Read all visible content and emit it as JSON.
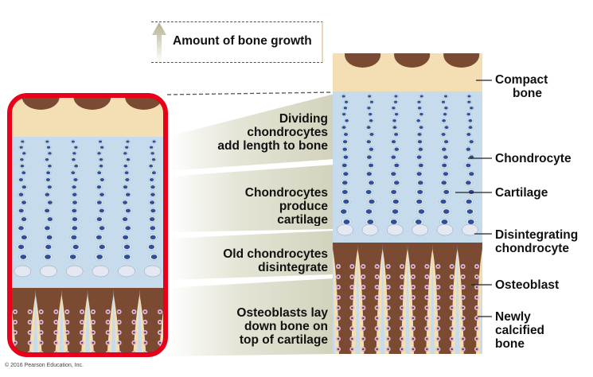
{
  "growth_label": "Amount of bone growth",
  "middle_labels": [
    "Dividing chondrocytes add length to bone",
    "Chondrocytes produce cartilage",
    "Old chondrocytes disintegrate",
    "Osteoblasts lay down bone on top of cartilage"
  ],
  "middle_lines": {
    "l0": [
      "Dividing",
      "chondrocytes",
      "add length to bone"
    ],
    "l1": [
      "Chondrocytes",
      "produce",
      "cartilage"
    ],
    "l2": [
      "Old chondrocytes",
      "disintegrate"
    ],
    "l3": [
      "Osteoblasts lay",
      "down bone on",
      "top of cartilage"
    ]
  },
  "right_labels": {
    "compact": [
      "Compact",
      "bone"
    ],
    "chondrocyte": "Chondrocyte",
    "cartilage": "Cartilage",
    "disintegrating": [
      "Disintegrating",
      "chondrocyte"
    ],
    "osteoblast": "Osteoblast",
    "calcified": [
      "Newly",
      "calcified",
      "bone"
    ]
  },
  "copyright": "© 2016 Pearson Education, Inc.",
  "colors": {
    "highlight": "#e8001a",
    "compact_bone": "#f3dfb3",
    "cartilage": "#c6dcec",
    "bone": "#7a4a33",
    "cell": "#2f4f9a",
    "band": "#dcdccb"
  }
}
